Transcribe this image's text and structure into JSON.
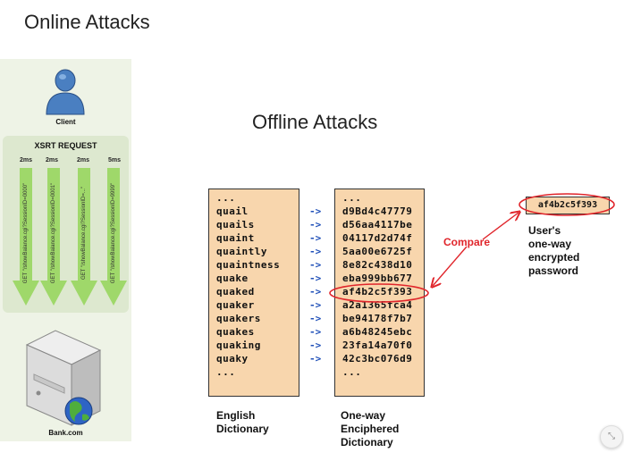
{
  "titles": {
    "online": "Online Attacks",
    "offline": "Offline Attacks"
  },
  "online_panel": {
    "client_label": "Client",
    "xsrt_title": "XSRT REQUEST",
    "timings": [
      "2ms",
      "2ms",
      "2ms",
      "5ms"
    ],
    "requests": [
      "GET \"/showBalance.cgi?SessionID=0000\"",
      "GET \"/showBalance.cgi?SessionID=0001\"",
      "GET \"/showBalance.cgi?SessionID=...\"",
      "GET \"/showBalance.cgi?SessionID=9999\""
    ],
    "server_label": "Bank.com",
    "colors": {
      "arrow": "#9fd86a",
      "panel": "#eef3e6",
      "box": "#dde8cf",
      "client": "#4a7fc1"
    }
  },
  "dictionary": {
    "words": [
      "...",
      "quail",
      "quails",
      "quaint",
      "quaintly",
      "quaintness",
      "quake",
      "quaked",
      "quaker",
      "quakers",
      "quakes",
      "quaking",
      "quaky",
      "..."
    ],
    "hashes": [
      "...",
      "d9Bd4c47779",
      "d56aa4117be",
      "04117d2d74f",
      "5aa00e6725f",
      "8e82c438d10",
      "eba999bb677",
      "af4b2c5f393",
      "a2a1365fca4",
      "be94178f7b7",
      "a6b48245ebc",
      "23fa14a70f0",
      "42c3bc076d9",
      "..."
    ],
    "arrow_symbol": "->",
    "matched_index": 7,
    "dictionary_caption": [
      "English",
      "Dictionary"
    ],
    "enciphered_caption": [
      "One-way",
      "Enciphered",
      "Dictionary"
    ]
  },
  "user": {
    "hash": "af4b2c5f393",
    "label": [
      "User's",
      "one-way",
      "encrypted",
      "password"
    ]
  },
  "compare_label": "Compare",
  "colors": {
    "box_fill": "#f8d6ad",
    "arrow_blue": "#1f4fb8",
    "highlight_red": "#e0252b"
  },
  "icons": {
    "client": "person-icon",
    "server": "server-tower-icon",
    "globe": "globe-icon",
    "corner": "collapse-icon"
  }
}
